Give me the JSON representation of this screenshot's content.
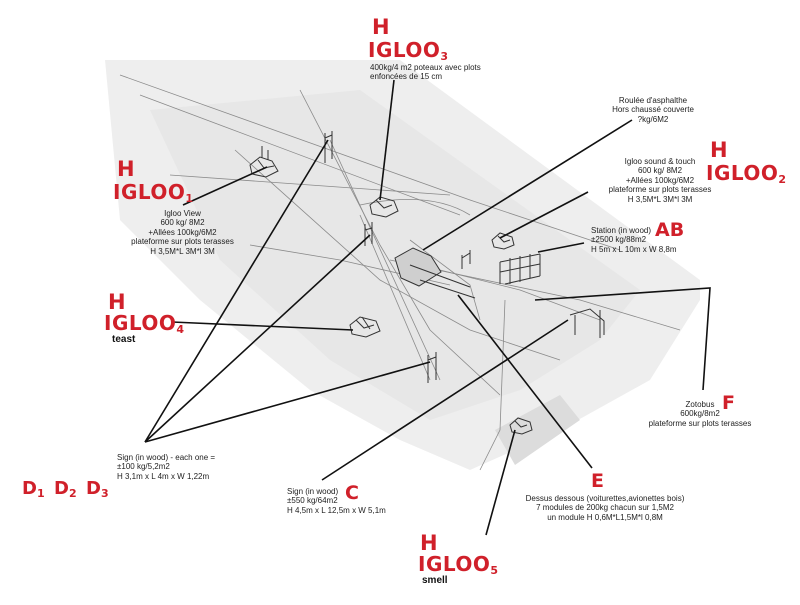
{
  "labels": {
    "igloo1": {
      "h": "H",
      "name": "IGLOO",
      "num": "1",
      "lines": [
        "Igloo View",
        "600 kg/ 8M2",
        "+Allées 100kg/6M2",
        "plateforme sur plots terasses",
        "H 3,5M*L 3M*l 3M"
      ]
    },
    "igloo2": {
      "h": "H",
      "name": "IGLOO",
      "num": "2",
      "lines": [
        "Igloo sound & touch",
        "600 kg/ 8M2",
        "+Allées 100kg/6M2",
        "plateforme sur plots terasses",
        "H 3,5M*L 3M*l 3M"
      ]
    },
    "igloo3": {
      "h": "H",
      "name": "IGLOO",
      "num": "3",
      "lines": [
        "400kg/4 m2 poteaux avec plots",
        "enfoncées de 15 cm"
      ]
    },
    "igloo4": {
      "h": "H",
      "name": "IGLOO",
      "num": "4",
      "sub": "teast"
    },
    "igloo5": {
      "h": "H",
      "name": "IGLOO",
      "num": "5",
      "sub": "smell"
    },
    "asphalt": {
      "lines": [
        "Roulée d'asphalthe",
        "Hors chaussé couverte",
        "?kg/6M2"
      ]
    },
    "station": {
      "letter": "AB",
      "lines": [
        "Station (in wood)",
        "±2500 kg/88m2",
        "H 5m x  L 10m  x W 8,8m"
      ]
    },
    "zotobus": {
      "letter": "F",
      "lines": [
        "Zotobus",
        "600kg/8m2",
        "plateforme sur plots terasses"
      ]
    },
    "signD": {
      "lines": [
        "Sign (in wood) - each one =",
        "±100 kg/5,2m2",
        "H 3,1m x  L 4m  x W 1,22m"
      ],
      "d": [
        {
          "letter": "D",
          "num": "1"
        },
        {
          "letter": "D",
          "num": "2"
        },
        {
          "letter": "D",
          "num": "3"
        }
      ]
    },
    "signC": {
      "letter": "C",
      "lines": [
        "Sign (in wood)",
        "±550 kg/64m2",
        "H 4,5m x  L 12,5m  x W 5,1m"
      ]
    },
    "dessus": {
      "letter": "E",
      "lines": [
        "Dessus dessous (voiturettes,avionettes bois)",
        "7 modules de 200kg chacun sur 1,5M2",
        "un module H 0,6M*L1,5M*l 0,8M"
      ]
    }
  },
  "colors": {
    "accent": "#d0202a",
    "text": "#222222",
    "leader": "#111111",
    "sketch": "#7a7a7a"
  }
}
